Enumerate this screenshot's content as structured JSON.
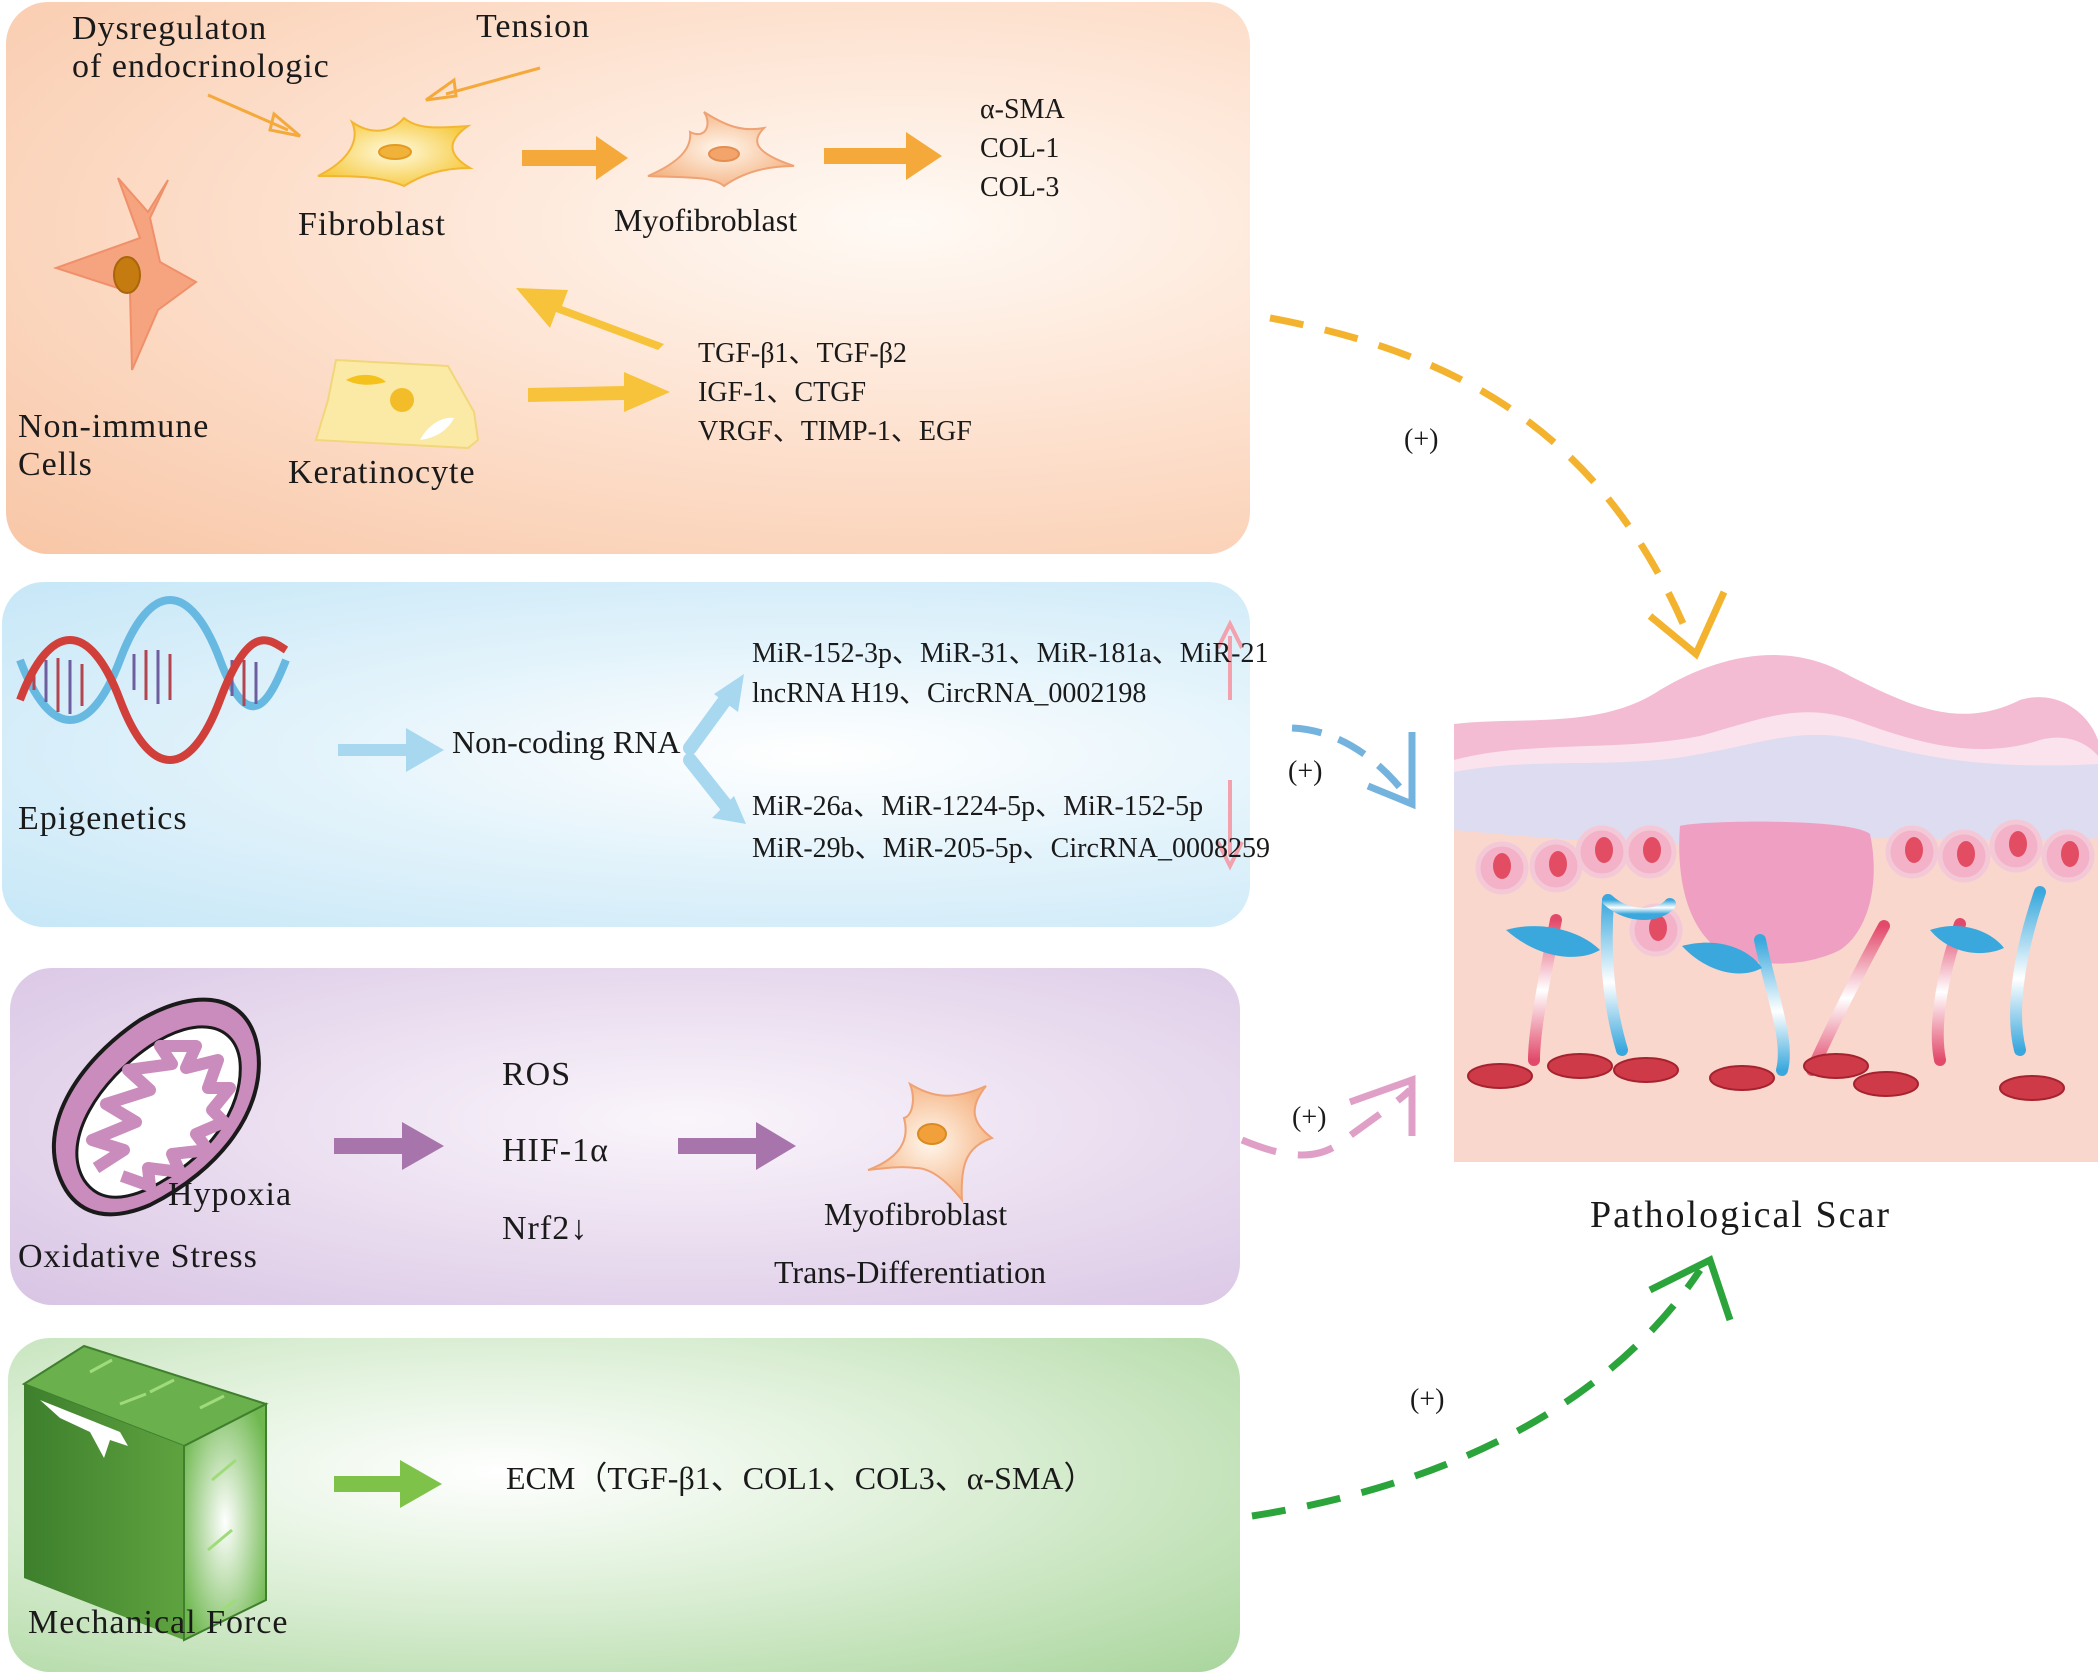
{
  "panels": {
    "non_immune": {
      "dysregulation": "Dysregulaton\nof endocrinologic",
      "tension": "Tension",
      "fibroblast": "Fibroblast",
      "myofibroblast": "Myofibroblast",
      "markers": "α-SMA\nCOL-1\nCOL-3",
      "cells_label": "Non-immune\nCells",
      "keratinocyte": "Keratinocyte",
      "factors": "TGF-β1、TGF-β2\nIGF-1、CTGF\nVRGF、TIMP-1、EGF"
    },
    "epigenetics": {
      "label": "Epigenetics",
      "ncrna": "Non-coding RNA",
      "up_list": "MiR-152-3p、MiR-31、MiR-181a、MiR-21\nlncRNA H19、CircRNA_0002198",
      "down_list": "MiR-26a、MiR-1224-5p、MiR-152-5p\nMiR-29b、MiR-205-5p、CircRNA_0008259"
    },
    "oxidative": {
      "hypoxia": "Hypoxia",
      "label": "Oxidative Stress",
      "ros": "ROS",
      "hif": "HIF-1α",
      "nrf2": "Nrf2↓",
      "outcome_1": "Myofibroblast",
      "outcome_2": "Trans-Differentiation"
    },
    "mechanical": {
      "label": "Mechanical Force",
      "ecm": "ECM（TGF-β1、COL1、COL3、α-SMA）"
    }
  },
  "effect_marks": [
    "(+)",
    "(+)",
    "(+)",
    "(+)"
  ],
  "result": {
    "label": "Pathological Scar"
  },
  "colors": {
    "orange_arrow": "#f4a93a",
    "yellow_arrow": "#f7c33b",
    "blue_arrow": "#a7d8ef",
    "pink_arrow": "#f2a1ad",
    "purple_arrow": "#a774ab",
    "green_arrow": "#7fc24a",
    "dashed_orange": "#f3b32e",
    "dashed_blue": "#74b3de",
    "dashed_pink": "#df9fc6",
    "dashed_green": "#2ba43c"
  }
}
